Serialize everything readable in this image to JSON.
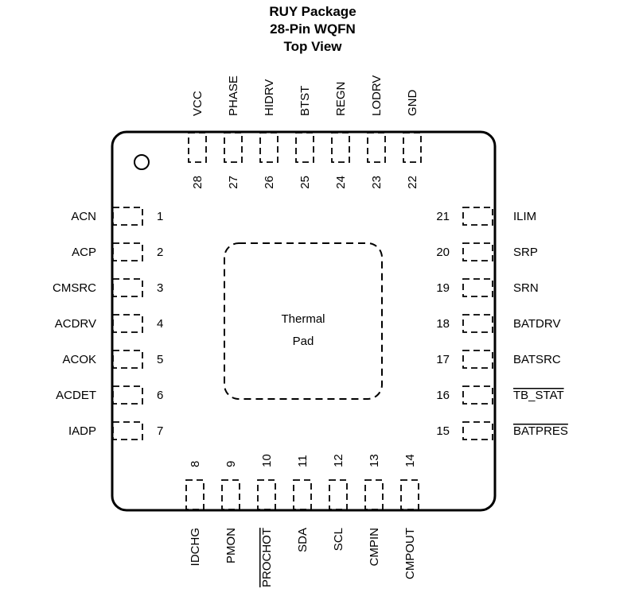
{
  "title": {
    "line1": "RUY Package",
    "line2": "28-Pin WQFN",
    "line3": "Top View"
  },
  "thermal_pad": {
    "line1": "Thermal",
    "line2": "Pad"
  },
  "pins": {
    "left": [
      {
        "num": "1",
        "name": "ACN",
        "overline": false
      },
      {
        "num": "2",
        "name": "ACP",
        "overline": false
      },
      {
        "num": "3",
        "name": "CMSRC",
        "overline": false
      },
      {
        "num": "4",
        "name": "ACDRV",
        "overline": false
      },
      {
        "num": "5",
        "name": "ACOK",
        "overline": false
      },
      {
        "num": "6",
        "name": "ACDET",
        "overline": false
      },
      {
        "num": "7",
        "name": "IADP",
        "overline": false
      }
    ],
    "bottom": [
      {
        "num": "8",
        "name": "IDCHG",
        "overline": false
      },
      {
        "num": "9",
        "name": "PMON",
        "overline": false
      },
      {
        "num": "10",
        "name": "PROCHOT",
        "overline": true
      },
      {
        "num": "11",
        "name": "SDA",
        "overline": false
      },
      {
        "num": "12",
        "name": "SCL",
        "overline": false
      },
      {
        "num": "13",
        "name": "CMPIN",
        "overline": false
      },
      {
        "num": "14",
        "name": "CMPOUT",
        "overline": false
      }
    ],
    "right": [
      {
        "num": "15",
        "name": "BATPRES",
        "overline": true
      },
      {
        "num": "16",
        "name": "TB_STAT",
        "overline": true
      },
      {
        "num": "17",
        "name": "BATSRC",
        "overline": false
      },
      {
        "num": "18",
        "name": "BATDRV",
        "overline": false
      },
      {
        "num": "19",
        "name": "SRN",
        "overline": false
      },
      {
        "num": "20",
        "name": "SRP",
        "overline": false
      },
      {
        "num": "21",
        "name": "ILIM",
        "overline": false
      }
    ],
    "top": [
      {
        "num": "22",
        "name": "GND",
        "overline": false
      },
      {
        "num": "23",
        "name": "LODRV",
        "overline": false
      },
      {
        "num": "24",
        "name": "REGN",
        "overline": false
      },
      {
        "num": "25",
        "name": "BTST",
        "overline": false
      },
      {
        "num": "26",
        "name": "HIDRV",
        "overline": false
      },
      {
        "num": "27",
        "name": "PHASE",
        "overline": false
      },
      {
        "num": "28",
        "name": "VCC",
        "overline": false
      }
    ]
  }
}
